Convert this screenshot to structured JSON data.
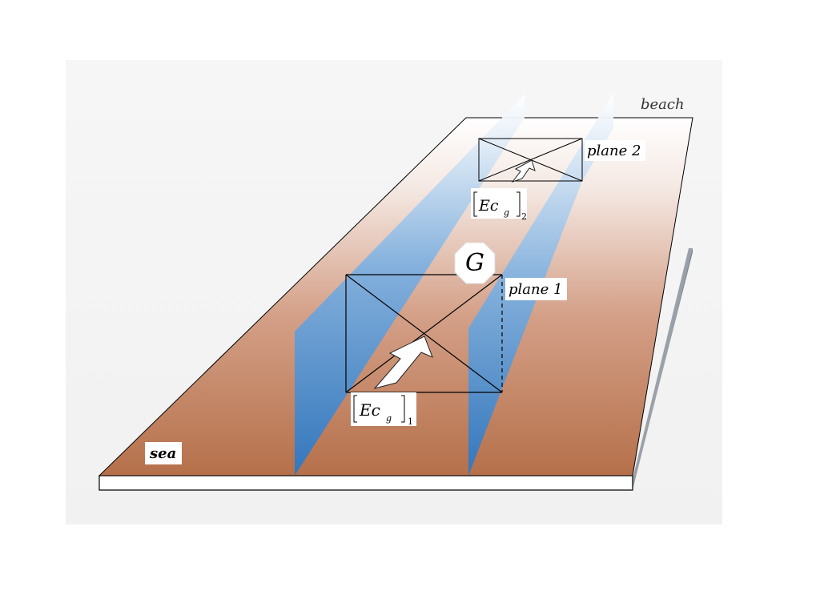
{
  "labels": {
    "beach": "beach",
    "sea": "sea",
    "plane1": "plane 1",
    "plane2": "plane 2",
    "flux_symbol": "Ec",
    "flux_sub": "g",
    "flux1_index": "1",
    "flux2_index": "2",
    "gain": "G"
  },
  "colors": {
    "sea_bottom": "#b8744e",
    "beach_top": "#ffffff",
    "wall_blue": "#2f7bc4",
    "wall_fade": "#eaf2fa",
    "side_dark": "#4a4f58",
    "frame": "#000000"
  }
}
